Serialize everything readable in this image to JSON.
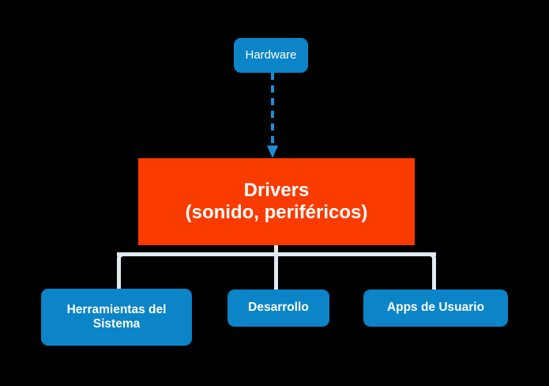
{
  "diagram": {
    "background_color": "#000000",
    "nodes": {
      "hardware": {
        "label": "Hardware",
        "color": "#0B84C8",
        "text_color": "#FFFFFF"
      },
      "drivers": {
        "line1": "Drivers",
        "line2": "(sonido, periféricos)",
        "color": "#FA3B00",
        "text_color": "#FFFFFF"
      },
      "herramientas": {
        "label": "Herramientas del Sistema",
        "color": "#0B84C8",
        "text_color": "#FFFFFF"
      },
      "desarrollo": {
        "label": "Desarrollo",
        "color": "#0B84C8",
        "text_color": "#FFFFFF"
      },
      "apps": {
        "label": "Apps de Usuario",
        "color": "#0B84C8",
        "text_color": "#FFFFFF"
      }
    },
    "connectors": {
      "hardware_to_drivers": {
        "style": "dashed",
        "color": "#1B8FD6",
        "arrowhead": "down"
      },
      "drivers_to_children": {
        "style": "solid",
        "color": "#E2EAF1"
      }
    }
  }
}
